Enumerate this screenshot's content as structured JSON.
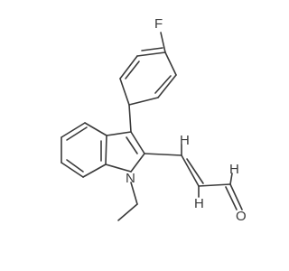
{
  "molecule": {
    "atoms": {
      "fluorine": "F",
      "nitrogen": "N",
      "oxygen": "O",
      "h_alpha": "H",
      "h_beta": "H",
      "h_aldehyde": "H"
    }
  }
}
